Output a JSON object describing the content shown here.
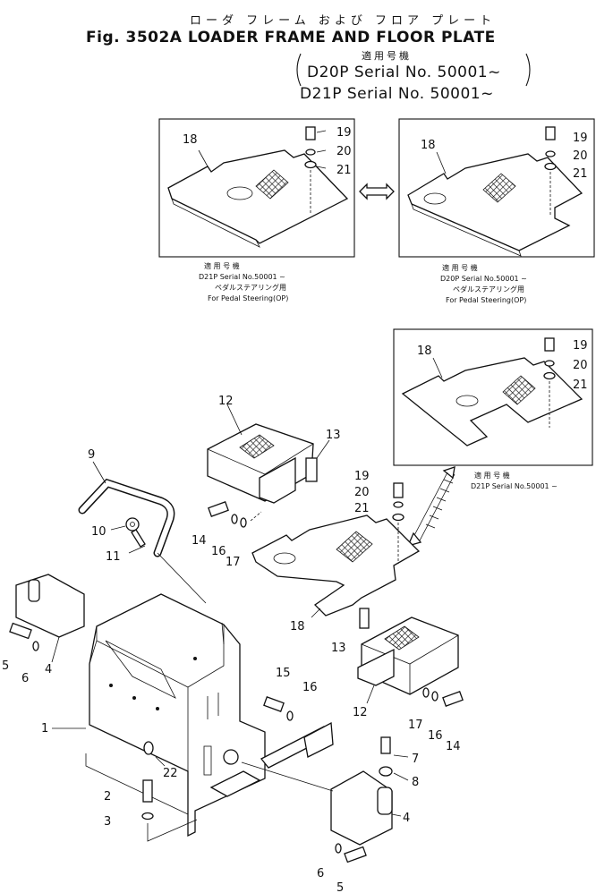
{
  "header": {
    "title_japanese": "ローダ フレーム および フロア プレート",
    "figure_title": "Fig. 3502A  LOADER FRAME AND FLOOR PLATE",
    "applicable_label": "適用号機",
    "serial_line_1": "D20P  Serial No. 50001~",
    "serial_line_2": "D21P  Serial No. 50001~"
  },
  "insets": [
    {
      "caption_lines": [
        "適 用 号 機",
        "D21P Serial No.50001 ~",
        "ペダルステアリング用",
        "For Pedal Steering(OP)"
      ],
      "callouts": [
        "18",
        "19",
        "20",
        "21"
      ]
    },
    {
      "caption_lines": [
        "適 用 号 機",
        "D20P Serial No.50001 ~",
        "ペダルステアリング用",
        "For Pedal Steering(OP)"
      ],
      "callouts": [
        "18",
        "19",
        "20",
        "21"
      ]
    },
    {
      "caption_lines": [
        "適 用 号 機",
        "D21P Serial No.50001 ~"
      ],
      "callouts": [
        "18",
        "19",
        "20",
        "21"
      ]
    }
  ],
  "callouts": {
    "p1": "1",
    "p2": "2",
    "p3": "3",
    "p4a": "4",
    "p4b": "4",
    "p5a": "5",
    "p5b": "5",
    "p6a": "6",
    "p6b": "6",
    "p7": "7",
    "p8": "8",
    "p9": "9",
    "p10": "10",
    "p11": "11",
    "p12a": "12",
    "p12b": "12",
    "p13a": "13",
    "p13b": "13",
    "p14a": "14",
    "p14b": "14",
    "p15": "15",
    "p16a": "16",
    "p16b": "16",
    "p16c": "16",
    "p17a": "17",
    "p17b": "17",
    "p18": "18",
    "p19": "19",
    "p20": "20",
    "p21": "21",
    "p22": "22"
  }
}
